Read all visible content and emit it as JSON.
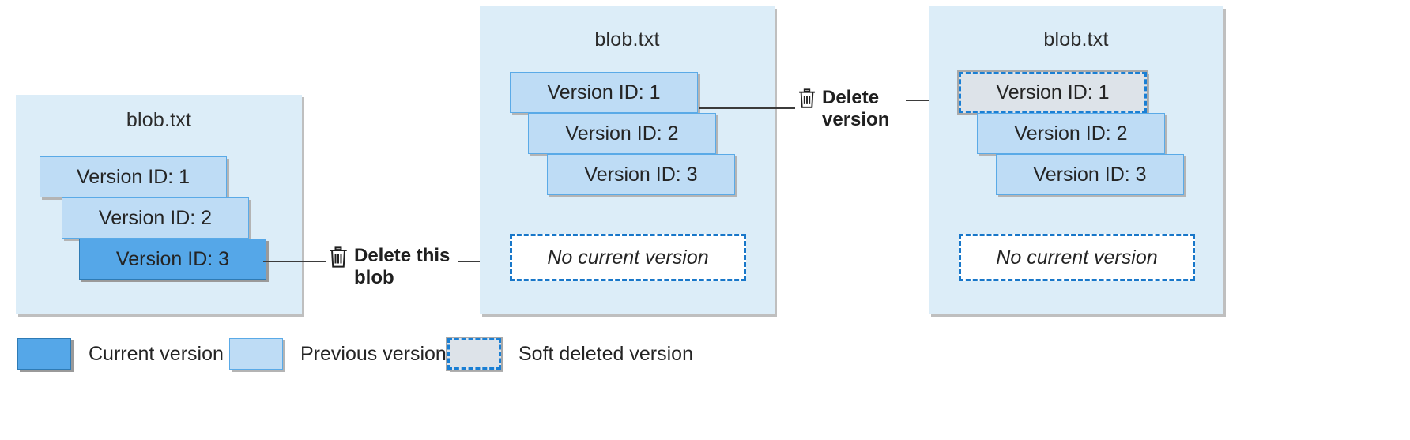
{
  "diagram": {
    "title_blob": "blob.txt",
    "panels": [
      {
        "id": "panel-initial",
        "title": "blob.txt",
        "versions": [
          {
            "label": "Version ID: 1",
            "state": "previous"
          },
          {
            "label": "Version ID: 2",
            "state": "previous"
          },
          {
            "label": "Version ID: 3",
            "state": "current"
          }
        ],
        "no_current": null
      },
      {
        "id": "panel-after-blob-delete",
        "title": "blob.txt",
        "versions": [
          {
            "label": "Version ID: 1",
            "state": "previous"
          },
          {
            "label": "Version ID: 2",
            "state": "previous"
          },
          {
            "label": "Version ID: 3",
            "state": "previous"
          }
        ],
        "no_current": "No current version"
      },
      {
        "id": "panel-after-version-delete",
        "title": "blob.txt",
        "versions": [
          {
            "label": "Version ID: 1",
            "state": "soft-deleted"
          },
          {
            "label": "Version ID: 2",
            "state": "previous"
          },
          {
            "label": "Version ID: 3",
            "state": "previous"
          }
        ],
        "no_current": "No current version"
      }
    ],
    "connectors": [
      {
        "id": "delete-this-blob",
        "icon": "trash-icon",
        "line1": "Delete this",
        "line2": "blob"
      },
      {
        "id": "delete-version",
        "icon": "trash-icon",
        "line1": "Delete",
        "line2": "version"
      }
    ],
    "legend": [
      {
        "key": "current",
        "label": "Current version",
        "color": "#55a7e8"
      },
      {
        "key": "previous",
        "label": "Previous version",
        "color": "#bedcf5"
      },
      {
        "key": "soft-deleted",
        "label": "Soft deleted version",
        "color": "#dde3e9"
      }
    ],
    "colors": {
      "panel_bg": "#dcedf8",
      "current": "#55a7e8",
      "previous": "#bedcf5",
      "soft_deleted_fill": "#dde3e9",
      "soft_deleted_border": "#1a7fd4",
      "dashed_box_border": "#1877c9",
      "connector_line": "#3b3b3b",
      "text": "#242424"
    }
  }
}
